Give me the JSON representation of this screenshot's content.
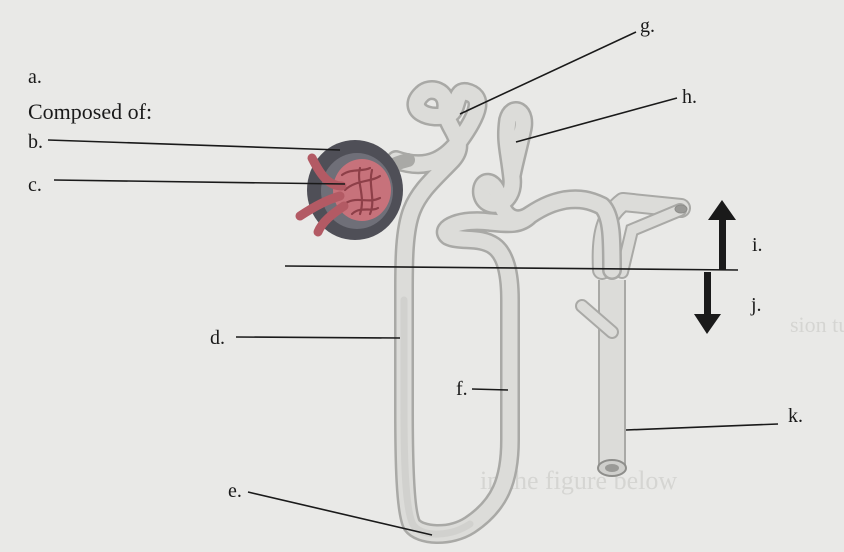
{
  "labels": {
    "a": "a.",
    "composed_of": "Composed of:",
    "b": "b.",
    "c": "c.",
    "d": "d.",
    "e": "e.",
    "f": "f.",
    "g": "g.",
    "h": "h.",
    "i": "i.",
    "j": "j.",
    "k": "k."
  },
  "background_text": {
    "line1": "in the figure below",
    "line2": "sion tub"
  },
  "colors": {
    "paper": "#e9e9e7",
    "tubule": "#dcdcd9",
    "tubule_outline": "#a9a9a6",
    "capsule": "#4f4f57",
    "glomerulus": "#c7727b",
    "vessel": "#b35a64",
    "line": "#1a1a1a"
  },
  "icons": {
    "up_arrow": "arrow-up-icon",
    "down_arrow": "arrow-down-icon"
  }
}
